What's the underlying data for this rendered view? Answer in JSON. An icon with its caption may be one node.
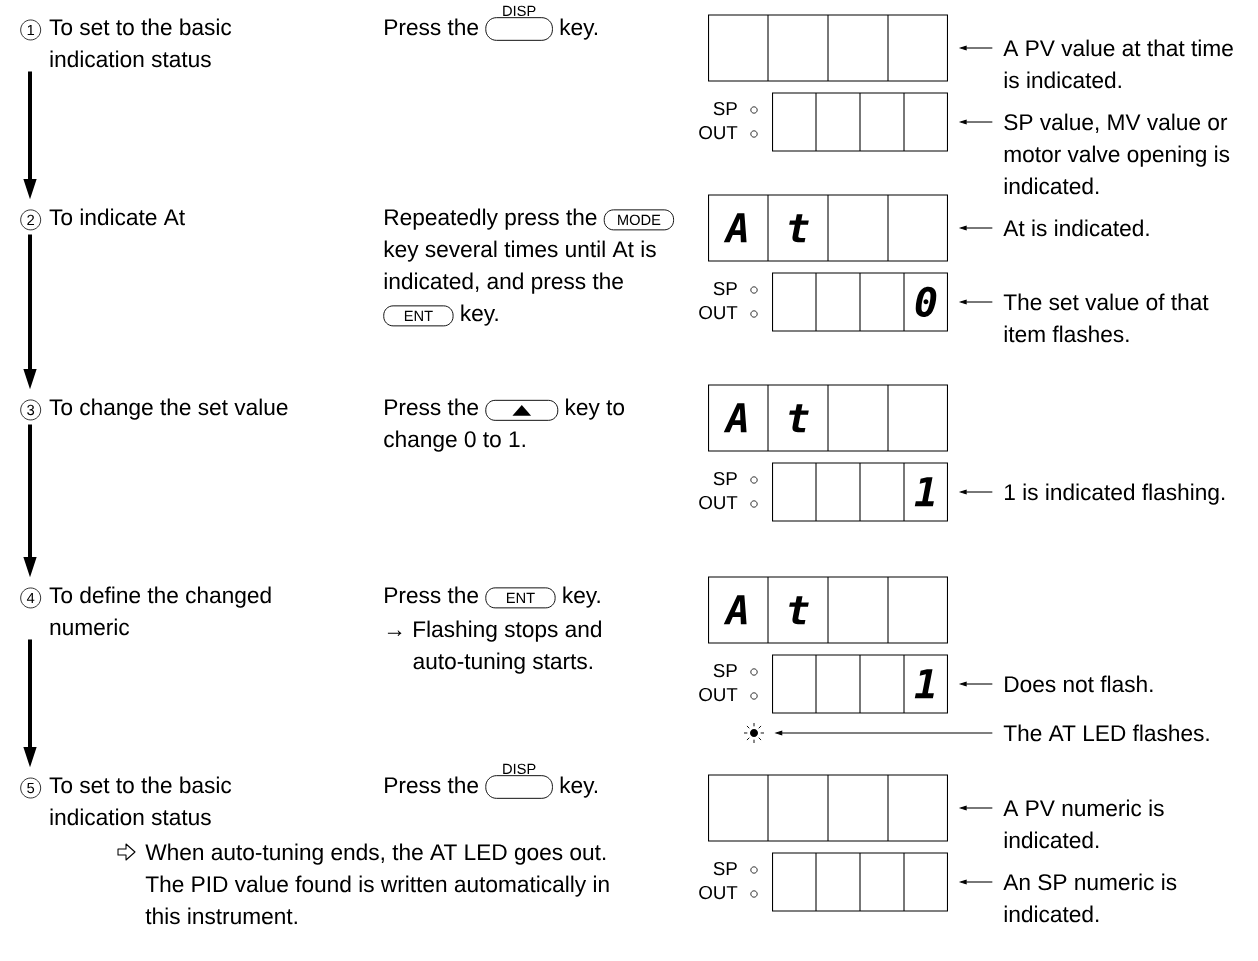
{
  "diagram": {
    "nodes": [
      {
        "text": [
          "1",
          "To set to the basic indication status"
        ]
      },
      {
        "text": [
          "2",
          "To indicate At"
        ]
      },
      {
        "text": [
          "3",
          "To change the set value"
        ]
      },
      {
        "text": [
          "4",
          "To define the changed numeric"
        ]
      },
      {
        "text": [
          "5",
          "To set to the basic indication status"
        ]
      },
      {
        "text": [],
        "shape": "box"
      },
      {
        "text": [],
        "shape": "box"
      },
      {
        "text": [
          "A PV value at that time is indicated."
        ]
      },
      {
        "text": [
          "SP value, MV value or motor valve opening is indicated."
        ]
      },
      {
        "text": [
          "A",
          "t"
        ]
      },
      {
        "text": [
          "0"
        ]
      },
      {
        "text": [
          "At is indicated."
        ]
      },
      {
        "text": [
          "The set value of that item flashes."
        ]
      },
      {
        "text": [
          "A",
          "t"
        ]
      },
      {
        "text": [
          "1"
        ]
      },
      {
        "text": [
          "1 is indicated flashing."
        ]
      },
      {
        "text": [
          "A",
          "t"
        ]
      },
      {
        "text": [
          "1"
        ]
      },
      {
        "text": [
          "Does not flash."
        ]
      },
      {
        "text": [],
        "shape": "circle"
      },
      {
        "text": [
          "The AT LED flashes."
        ]
      },
      {
        "text": [],
        "shape": "box"
      },
      {
        "text": [],
        "shape": "box"
      },
      {
        "text": [
          "A PV numeric is indicated."
        ]
      },
      {
        "text": [
          "An SP numeric is indicated."
        ]
      }
    ],
    "edges": [
      {
        "from": 0,
        "to": 1,
        "arrow": "to",
        "style": "thick"
      },
      {
        "from": 1,
        "to": 2,
        "arrow": "to",
        "style": "thick"
      },
      {
        "from": 2,
        "to": 3,
        "arrow": "to",
        "style": "thick"
      },
      {
        "from": 3,
        "to": 4,
        "arrow": "to",
        "style": "thick"
      },
      {
        "from": 7,
        "to": 5,
        "arrow": "to"
      },
      {
        "from": 8,
        "to": 6,
        "arrow": "to"
      },
      {
        "from": 11,
        "to": 9,
        "arrow": "to"
      },
      {
        "from": 12,
        "to": 10,
        "arrow": "to"
      },
      {
        "from": 15,
        "to": 14,
        "arrow": "to"
      },
      {
        "from": 18,
        "to": 17,
        "arrow": "to"
      },
      {
        "from": 20,
        "to": 19,
        "arrow": "to"
      },
      {
        "from": 23,
        "to": 21,
        "arrow": "to"
      },
      {
        "from": 24,
        "to": 22,
        "arrow": "to"
      }
    ],
    "labels": [
      "Press the",
      "DISP",
      "key.",
      "SP",
      "OUT",
      "Repeatedly press the",
      "MODE",
      "key several times until At is indicated, and press the",
      "ENT",
      "key.",
      "SP",
      "OUT",
      "Press the",
      "key to change 0 to 1.",
      "SP",
      "OUT",
      "Press the",
      "ENT",
      "key.",
      "→ Flashing stops and auto-tuning starts.",
      "SP",
      "OUT",
      "Press the",
      "DISP",
      "key.",
      "When auto-tuning ends, the AT LED goes out. The PID value found is written automatically in this instrument.",
      "SP",
      "OUT"
    ]
  }
}
